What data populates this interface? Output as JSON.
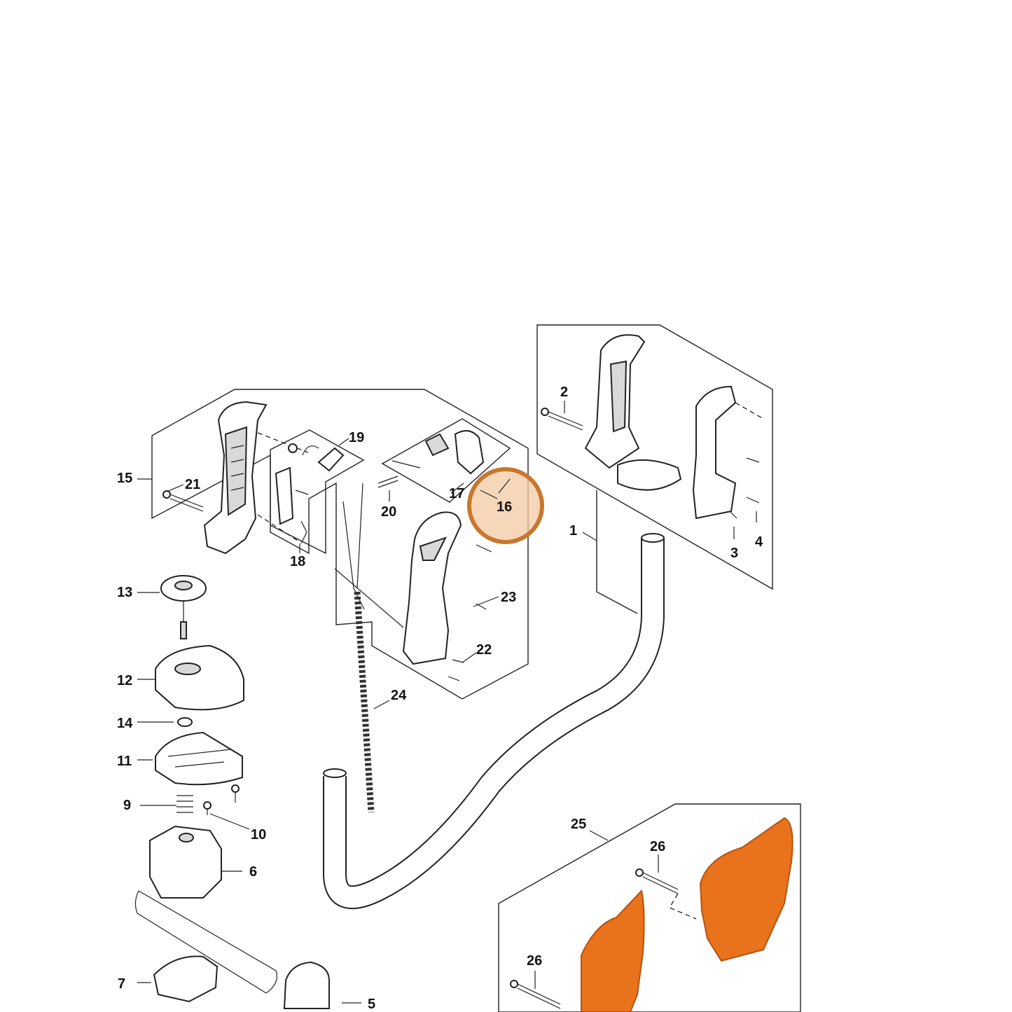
{
  "diagram": {
    "callouts": [
      "1",
      "2",
      "3",
      "4",
      "5",
      "6",
      "7",
      "9",
      "10",
      "11",
      "12",
      "13",
      "14",
      "15",
      "16",
      "17",
      "18",
      "19",
      "20",
      "21",
      "22",
      "23",
      "24",
      "25",
      "26",
      "26"
    ],
    "highlight": {
      "label": "16",
      "ring_color": "#c8772e",
      "fill_color": "#f3c9a3"
    },
    "colors": {
      "orange_part": "#e8731c",
      "orange_dark": "#b8520f",
      "line": "#222222"
    }
  }
}
